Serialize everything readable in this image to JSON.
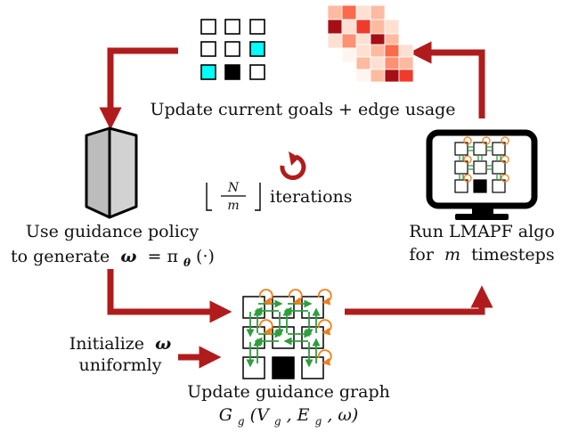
{
  "labels": {
    "update_goals": "Update current goals + edge usage",
    "iterations": "iterations",
    "iter_num": "N",
    "iter_den": "m",
    "policy_line1": "Use guidance policy",
    "policy_line2_prefix": "to generate",
    "policy_omega": "ω",
    "policy_eq": "= π",
    "policy_sub": "θ",
    "policy_arg": "(·)",
    "lmapf_line1": "Run LMAPF algo",
    "lmapf_line2_prefix": "for",
    "lmapf_m": "m",
    "lmapf_line2_suffix": "timesteps",
    "init_line1": "Initialize",
    "init_omega": "ω",
    "init_line2": "uniformly",
    "graph_line1": "Update guidance graph",
    "graph_formula": "G",
    "graph_sub": "g",
    "graph_args": "(V",
    "graph_args2": ", E",
    "graph_args3": ", ω)"
  },
  "colors": {
    "arrow": "#b01c1c",
    "goal": "#00ffff",
    "green_edge": "#2e9e3e",
    "orange_loop": "#ef7f1a",
    "heat_dark": "#a50f15",
    "heat_mid": "#ef3b2c",
    "heat_light": "#fcbba1"
  },
  "icons": {
    "goal_grid": "goal-grid-icon",
    "heatmap": "edge-usage-heatmap-icon",
    "server": "server-icon",
    "monitor": "monitor-icon",
    "graph": "guidance-graph-icon",
    "loop": "loop-arrow-icon"
  }
}
